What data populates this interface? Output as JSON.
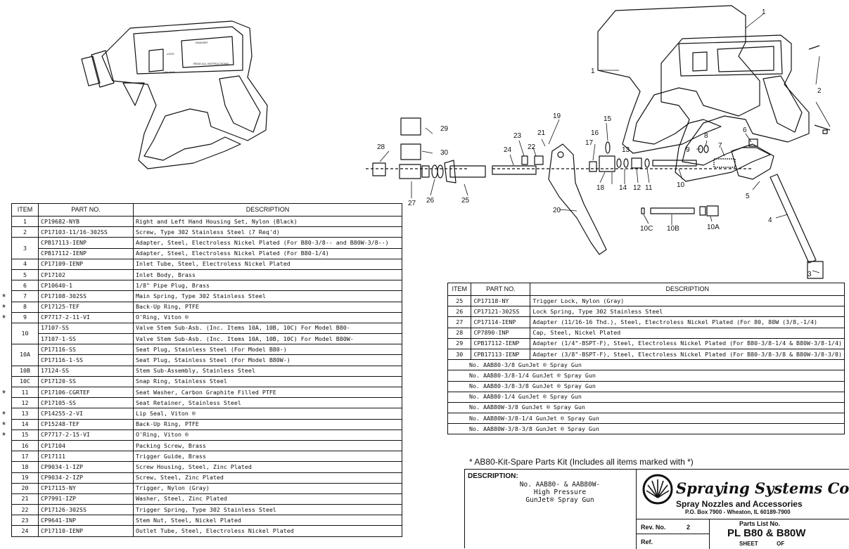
{
  "gun_labels": {
    "danger_title": "DANGER",
    "lock": "LOCK",
    "unlock": "UNLOCK",
    "read": "READ ALL INSTRUCTIONS"
  },
  "callouts": [
    "1",
    "1",
    "2",
    "3",
    "4",
    "5",
    "6",
    "7",
    "8",
    "9",
    "10",
    "10A",
    "10B",
    "10C",
    "11",
    "12",
    "13",
    "14",
    "15",
    "16",
    "17",
    "18",
    "19",
    "20",
    "21",
    "22",
    "23",
    "24",
    "25",
    "26",
    "27",
    "28",
    "29",
    "30"
  ],
  "left_table": {
    "headers": [
      "ITEM",
      "PART NO.",
      "DESCRIPTION"
    ],
    "rows": [
      {
        "item": "1",
        "part": "CP19682-NYB",
        "desc": "Right and Left Hand Housing Set, Nylon (Black)",
        "star": ""
      },
      {
        "item": "2",
        "part": "CP17103-11/16-302SS",
        "desc": "Screw, Type 302 Stainless Steel (7 Req'd)",
        "star": ""
      },
      {
        "item": "3",
        "part": "CPB17113-IENP",
        "desc": "Adapter, Steel, Electroless Nickel Plated (For B80-3/8-- and B80W-3/8--)",
        "star": ""
      },
      {
        "item": "",
        "part": "CPB17112-IENP",
        "desc": "Adapter, Steel, Electroless Nickel Plated (For B80-1/4)",
        "star": ""
      },
      {
        "item": "4",
        "part": "CP17109-IENP",
        "desc": "Inlet Tube, Steel, Electroless Nickel Plated",
        "star": ""
      },
      {
        "item": "5",
        "part": "CP17102",
        "desc": "Inlet Body, Brass",
        "star": ""
      },
      {
        "item": "6",
        "part": "CP10640-1",
        "desc": "1/8\" Pipe Plug, Brass",
        "star": ""
      },
      {
        "item": "7",
        "part": "CP17108-302SS",
        "desc": "Main Spring, Type 302 Stainless Steel",
        "star": "*"
      },
      {
        "item": "8",
        "part": "CP17125-TEF",
        "desc": "Back-Up Ring, PTFE",
        "star": "*"
      },
      {
        "item": "9",
        "part": "CP7717-2-11-VI",
        "desc": "O'Ring, Viton ®",
        "star": "*"
      },
      {
        "item": "10",
        "part": "17107-SS",
        "desc": "Valve Stem Sub-Asb. (Inc. Items 10A, 10B, 10C) For Model B80-",
        "star": ""
      },
      {
        "item": "",
        "part": "17107-1-SS",
        "desc": "Valve Stem Sub-Asb. (Inc. Items 10A, 10B, 10C) For Model B80W-",
        "star": ""
      },
      {
        "item": "10A",
        "part": "CP17116-SS",
        "desc": "Seat Plug, Stainless Steel (For Model B80-)",
        "star": ""
      },
      {
        "item": "",
        "part": "CP17116-1-SS",
        "desc": "Seat Plug, Stainless Steel (For Model B80W-)",
        "star": ""
      },
      {
        "item": "10B",
        "part": "17124-SS",
        "desc": "Stem Sub-Assembly, Stainless Steel",
        "star": ""
      },
      {
        "item": "10C",
        "part": "CP17120-SS",
        "desc": "Snap Ring, Stainless Steel",
        "star": ""
      },
      {
        "item": "11",
        "part": "CP17106-CGRTEF",
        "desc": "Seat Washer, Carbon Graphite Filled PTFE",
        "star": "*"
      },
      {
        "item": "12",
        "part": "CP17105-SS",
        "desc": "Seat Retainer, Stainless Steel",
        "star": ""
      },
      {
        "item": "13",
        "part": "CP14255-2-VI",
        "desc": "Lip Seal, Viton ®",
        "star": "*"
      },
      {
        "item": "14",
        "part": "CP15248-TEF",
        "desc": "Back-Up Ring, PTFE",
        "star": "*"
      },
      {
        "item": "15",
        "part": "CP7717-2-15-VI",
        "desc": "O'Ring, Viton ®",
        "star": "*"
      },
      {
        "item": "16",
        "part": "CP17104",
        "desc": "Packing Screw, Brass",
        "star": ""
      },
      {
        "item": "17",
        "part": "CP17111",
        "desc": "Trigger Guide, Brass",
        "star": ""
      },
      {
        "item": "18",
        "part": "CP9034-1-IZP",
        "desc": "Screw Housing, Steel, Zinc Plated",
        "star": ""
      },
      {
        "item": "19",
        "part": "CP9034-2-IZP",
        "desc": "Screw, Steel, Zinc Plated",
        "star": ""
      },
      {
        "item": "20",
        "part": "CP17115-NY",
        "desc": "Trigger, Nylon (Gray)",
        "star": ""
      },
      {
        "item": "21",
        "part": "CP7991-IZP",
        "desc": "Washer, Steel, Zinc Plated",
        "star": ""
      },
      {
        "item": "22",
        "part": "CP17126-302SS",
        "desc": "Trigger Spring, Type 302 Stainless Steel",
        "star": ""
      },
      {
        "item": "23",
        "part": "CP9641-INP",
        "desc": "Stem Nut, Steel, Nickel Plated",
        "star": ""
      },
      {
        "item": "24",
        "part": "CP17110-IENP",
        "desc": "Outlet Tube, Steel, Electroless Nickel Plated",
        "star": ""
      }
    ]
  },
  "right_table": {
    "headers": [
      "ITEM",
      "PART NO.",
      "DESCRIPTION"
    ],
    "rows": [
      {
        "item": "25",
        "part": "CP17118-NY",
        "desc": "Trigger Lock, Nylon (Gray)"
      },
      {
        "item": "26",
        "part": "CP17121-302SS",
        "desc": "Lock Spring, Type 302 Stainless Steel"
      },
      {
        "item": "27",
        "part": "CP17114-IENP",
        "desc": "Adapter (11/16-16 Thd.), Steel, Electroless Nickel Plated (For 80, 80W (3/8,-1/4)"
      },
      {
        "item": "28",
        "part": "CP7890-INP",
        "desc": "Cap, Steel, Nickel Plated"
      },
      {
        "item": "29",
        "part": "CPB17112-IENP",
        "desc": "Adapter (1/4\"-BSPT-F), Steel, Electroless Nickel Plated (For B80-3/8-1/4 & B80W-3/8-1/4)"
      },
      {
        "item": "30",
        "part": "CPB17113-IENP",
        "desc": "Adapter (3/8\"-BSPT-F), Steel, Electroless Nickel Plated (For B80-3/8-3/8 & B80W-3/8-3/8)"
      }
    ],
    "models": [
      "No. AAB80-3/8 GunJet ® Spray Gun",
      "No. AAB80-3/8-1/4 GunJet ® Spray Gun",
      "No. AAB80-3/8-3/8 GunJet ® Spray Gun",
      "No. AAB80-1/4 GunJet ® Spray Gun",
      "No. AAB80W-3/8 GunJet ® Spray Gun",
      "No. AAB80W-3/8-1/4 GunJet ® Spray Gun",
      "No. AAB80W-3/8-3/8 GunJet ® Spray Gun"
    ]
  },
  "kit_note": "* AB80-Kit-Spare Parts Kit (Includes all items marked with *)",
  "title_block": {
    "description_label": "DESCRIPTION:",
    "description_lines": [
      "No. AAB80- & AAB80W-",
      "High Pressure",
      "GunJet® Spray Gun"
    ],
    "company": "Spraying Systems Co.®",
    "tagline": "Spray Nozzles and Accessories",
    "address": "P.O. Box 7900 - Wheaton, IL 60189-7900",
    "rev_label": "Rev. No.",
    "rev_value": "2",
    "ref_label": "Ref.",
    "parts_list_label": "Parts List No.",
    "parts_list_value": "PL B80 & B80W",
    "sheet_label": "SHEET",
    "of_label": "OF"
  }
}
